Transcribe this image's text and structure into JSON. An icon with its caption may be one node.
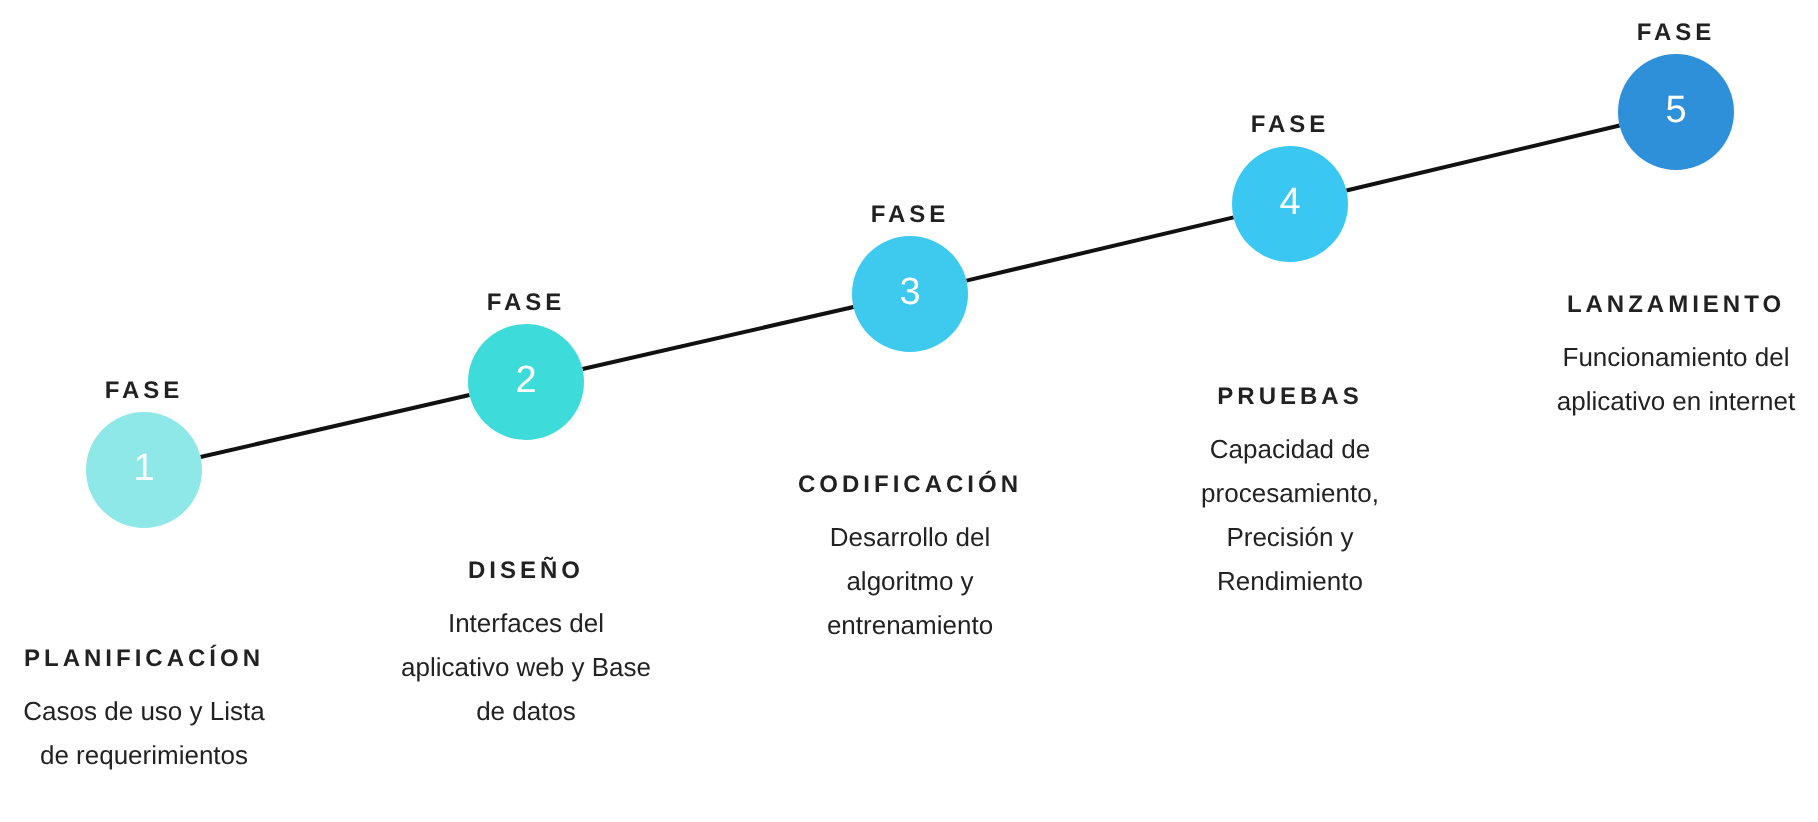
{
  "diagram": {
    "nodes": [
      {
        "text": [
          "FASE",
          "1"
        ],
        "beside": [
          "PLANIFICACÍON",
          "Casos de uso y Lista de requerimientos"
        ]
      },
      {
        "text": [
          "FASE",
          "2"
        ],
        "beside": [
          "DISEÑO",
          "Interfaces del aplicativo web y Base de datos"
        ]
      },
      {
        "text": [
          "FASE",
          "3"
        ],
        "beside": [
          "CODIFICACIÓN",
          "Desarrollo del algoritmo y entrenamiento"
        ]
      },
      {
        "text": [
          "FASE",
          "4"
        ],
        "beside": [
          "PRUEBAS",
          "Capacidad de procesamiento, Precisión y Rendimiento"
        ]
      },
      {
        "text": [
          "FASE",
          "5"
        ],
        "beside": [
          "LANZAMIENTO",
          "Funcionamiento del aplicativo en internet"
        ]
      }
    ],
    "edges": [
      {
        "from": 0,
        "to": 1,
        "arrow": "none"
      },
      {
        "from": 1,
        "to": 2,
        "arrow": "none"
      },
      {
        "from": 2,
        "to": 3,
        "arrow": "none"
      },
      {
        "from": 3,
        "to": 4,
        "arrow": "none"
      }
    ]
  }
}
